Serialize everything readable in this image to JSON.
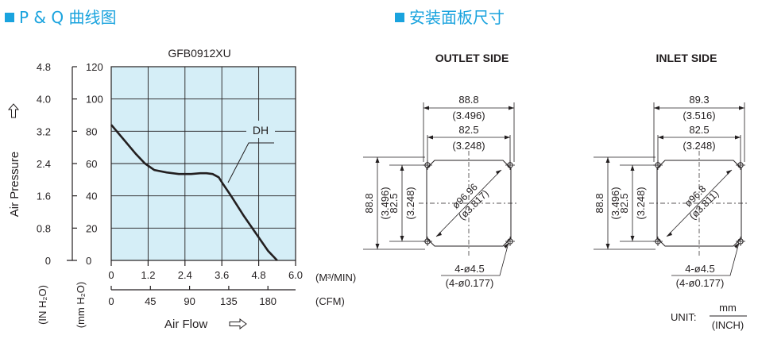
{
  "sections": {
    "pq_title": "P & Q 曲线图",
    "mount_title": "安装面板尺寸"
  },
  "colors": {
    "accent": "#1aa3de",
    "plot_bg": "#d5eef7",
    "ink": "#231f20"
  },
  "chart_data": {
    "type": "line",
    "title": "GFB0912XU",
    "x_axes": {
      "m3": {
        "unit": "(M³/MIN)",
        "ticks": [
          "0",
          "1.2",
          "2.4",
          "3.6",
          "4.8",
          "6.0"
        ],
        "range": [
          0,
          6.0
        ]
      },
      "cfm": {
        "unit": "(CFM)",
        "ticks": [
          "0",
          "45",
          "90",
          "135",
          "180"
        ]
      }
    },
    "xlabel": "Air Flow",
    "y_axes": {
      "mmh2o": {
        "unit": "(mm H₂O)",
        "ticks": [
          "0",
          "20",
          "40",
          "60",
          "80",
          "100",
          "120"
        ],
        "range": [
          0,
          120
        ]
      },
      "inh2o": {
        "unit": "(IN H₂O)",
        "ticks": [
          "0",
          "0.8",
          "1.6",
          "2.4",
          "3.2",
          "4.0",
          "4.8"
        ]
      }
    },
    "ylabel": "Air Pressure",
    "grid": true,
    "series": [
      {
        "name": "DH",
        "x": [
          0,
          0.4,
          0.8,
          1.1,
          1.4,
          1.8,
          2.2,
          2.6,
          2.9,
          3.1,
          3.3,
          3.5,
          3.65,
          3.9,
          4.3,
          4.7,
          5.1,
          5.4
        ],
        "y": [
          84,
          75,
          66,
          60,
          56,
          54.5,
          53.5,
          53.5,
          54,
          54,
          53.5,
          51.5,
          47,
          40,
          28,
          17,
          6,
          0
        ]
      }
    ],
    "annotation": "DH"
  },
  "outlet": {
    "title": "OUTLET SIDE",
    "top_outer_mm": "88.8",
    "top_outer_in": "(3.496)",
    "top_inner_mm": "82.5",
    "top_inner_in": "(3.248)",
    "left_outer_mm": "88.8",
    "left_outer_in": "(3.496)",
    "left_inner_mm": "82.5",
    "left_inner_in": "(3.248)",
    "diag_mm": "ø96.96",
    "diag_in": "(ø3.817)",
    "hole_mm": "4-ø4.5",
    "hole_in": "(4-ø0.177)"
  },
  "inlet": {
    "title": "INLET SIDE",
    "top_outer_mm": "89.3",
    "top_outer_in": "(3.516)",
    "top_inner_mm": "82.5",
    "top_inner_in": "(3.248)",
    "left_outer_mm": "88.8",
    "left_outer_in": "(3.496)",
    "left_inner_mm": "82.5",
    "left_inner_in": "(3.248)",
    "diag_mm": "ø96.8",
    "diag_in": "(ø3.811)",
    "hole_mm": "4-ø4.5",
    "hole_in": "(4-ø0.177)"
  },
  "unit_note": {
    "label": "UNIT:",
    "num": "mm",
    "den": "(INCH)"
  }
}
